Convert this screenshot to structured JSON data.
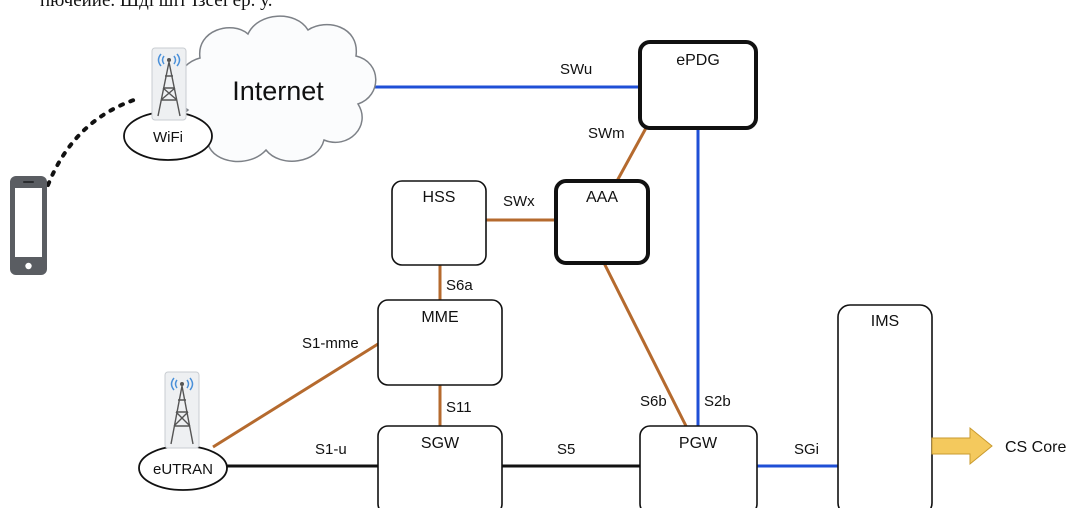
{
  "top_text": "пючеиие. Шді шіт Ізсеі ер. у.",
  "colors": {
    "blue": "#1f4fd6",
    "brown": "#b56a2e",
    "black": "#111111",
    "arrow": "#f4c95d"
  },
  "nodes": {
    "wifi": "WiFi",
    "internet": "Internet",
    "epdg": "ePDG",
    "hss": "HSS",
    "aaa": "AAA",
    "mme": "MME",
    "sgw": "SGW",
    "pgw": "PGW",
    "ims": "IMS",
    "eutran": "eUTRAN",
    "cs_core": "CS Core"
  },
  "interfaces": {
    "swu": "SWu",
    "swm": "SWm",
    "swx": "SWx",
    "s6a": "S6a",
    "s1mme": "S1-mme",
    "s11": "S11",
    "s1u": "S1-u",
    "s5": "S5",
    "s6b": "S6b",
    "s2b": "S2b",
    "sgi": "SGi"
  },
  "icons": [
    "antenna-tower-icon",
    "cloud-icon",
    "smartphone-icon",
    "arrow-right-icon"
  ]
}
